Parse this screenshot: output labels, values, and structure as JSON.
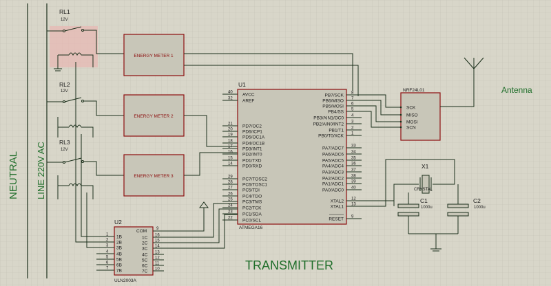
{
  "labels": {
    "neutral": "NEUTRAL",
    "line": "LINE 220V AC",
    "antenna": "Antenna",
    "transmitter": "TRANSMITTER"
  },
  "relays": [
    {
      "ref": "RL1",
      "value": "12V"
    },
    {
      "ref": "RL2",
      "value": "12V"
    },
    {
      "ref": "RL3",
      "value": "12V"
    }
  ],
  "meters": [
    "ENERGY METER 1",
    "ENERGY METER 2",
    "ENERGY METER 3"
  ],
  "mcu": {
    "ref": "U1",
    "part": "ATMEGA16",
    "left_pins": [
      {
        "num": "40",
        "name": "AVCC"
      },
      {
        "num": "32",
        "name": "AREF"
      },
      {
        "num": "21",
        "name": "PD7/OC2"
      },
      {
        "num": "20",
        "name": "PD6/ICP1"
      },
      {
        "num": "19",
        "name": "PD5/OC1A"
      },
      {
        "num": "18",
        "name": "PD4/OC1B"
      },
      {
        "num": "17",
        "name": "PD3/INT1"
      },
      {
        "num": "16",
        "name": "PD2/INT0"
      },
      {
        "num": "15",
        "name": "PD1/TXD"
      },
      {
        "num": "14",
        "name": "PD0/RXD"
      },
      {
        "num": "29",
        "name": "PC7/TOSC2"
      },
      {
        "num": "28",
        "name": "PC6/TOSC1"
      },
      {
        "num": "27",
        "name": "PC5/TDI"
      },
      {
        "num": "26",
        "name": "PC4/TDO"
      },
      {
        "num": "25",
        "name": "PC3/TMS"
      },
      {
        "num": "24",
        "name": "PC2/TCK"
      },
      {
        "num": "23",
        "name": "PC1/SDA"
      },
      {
        "num": "22",
        "name": "PC0/SCL"
      }
    ],
    "right_pins": [
      {
        "num": "8",
        "name": "PB7/SCK"
      },
      {
        "num": "7",
        "name": "PB6/MISO"
      },
      {
        "num": "6",
        "name": "PB5/MOSI"
      },
      {
        "num": "5",
        "name": "PB4/SS"
      },
      {
        "num": "4",
        "name": "PB3/AIN1/OC0"
      },
      {
        "num": "3",
        "name": "PB2/AIN0/INT2"
      },
      {
        "num": "2",
        "name": "PB1/T1"
      },
      {
        "num": "1",
        "name": "PB0/T0/XCK"
      },
      {
        "num": "33",
        "name": "PA7/ADC7"
      },
      {
        "num": "34",
        "name": "PA6/ADC6"
      },
      {
        "num": "35",
        "name": "PA5/ADC5"
      },
      {
        "num": "36",
        "name": "PA4/ADC4"
      },
      {
        "num": "37",
        "name": "PA3/ADC3"
      },
      {
        "num": "38",
        "name": "PA2/ADC2"
      },
      {
        "num": "39",
        "name": "PA1/ADC1"
      },
      {
        "num": "40",
        "name": "PA0/ADC0"
      },
      {
        "num": "12",
        "name": "XTAL2"
      },
      {
        "num": "13",
        "name": "XTAL1"
      },
      {
        "num": "9",
        "name": "RESET"
      }
    ]
  },
  "radio": {
    "part": "NRF24L01",
    "pins": [
      "SCK",
      "MISO",
      "MOSI",
      "SCN"
    ]
  },
  "driver": {
    "ref": "U2",
    "part": "ULN2003A",
    "com_label": "COM",
    "com_num": "9",
    "inputs": [
      {
        "num": "1",
        "name": "1B"
      },
      {
        "num": "2",
        "name": "2B"
      },
      {
        "num": "3",
        "name": "3B"
      },
      {
        "num": "4",
        "name": "4B"
      },
      {
        "num": "5",
        "name": "5B"
      },
      {
        "num": "6",
        "name": "6B"
      },
      {
        "num": "7",
        "name": "7B"
      }
    ],
    "outputs": [
      {
        "num": "16",
        "name": "1C"
      },
      {
        "num": "15",
        "name": "2C"
      },
      {
        "num": "14",
        "name": "3C"
      },
      {
        "num": "13",
        "name": "4C"
      },
      {
        "num": "12",
        "name": "5C"
      },
      {
        "num": "11",
        "name": "6C"
      },
      {
        "num": "10",
        "name": "7C"
      }
    ]
  },
  "crystal": {
    "ref": "X1",
    "value": "CRYSTAL"
  },
  "capacitors": [
    {
      "ref": "C1",
      "value": "1000u"
    },
    {
      "ref": "C2",
      "value": "1000u"
    }
  ],
  "colors": {
    "background": "#d8d6c9",
    "grid": "#c4c2b5",
    "component_fill": "#c8c6b8",
    "outline": "#8b0d0d",
    "wire": "#1a2f1a",
    "label_green": "#1f6e2a",
    "relay_highlight": "#e8b7b2"
  }
}
